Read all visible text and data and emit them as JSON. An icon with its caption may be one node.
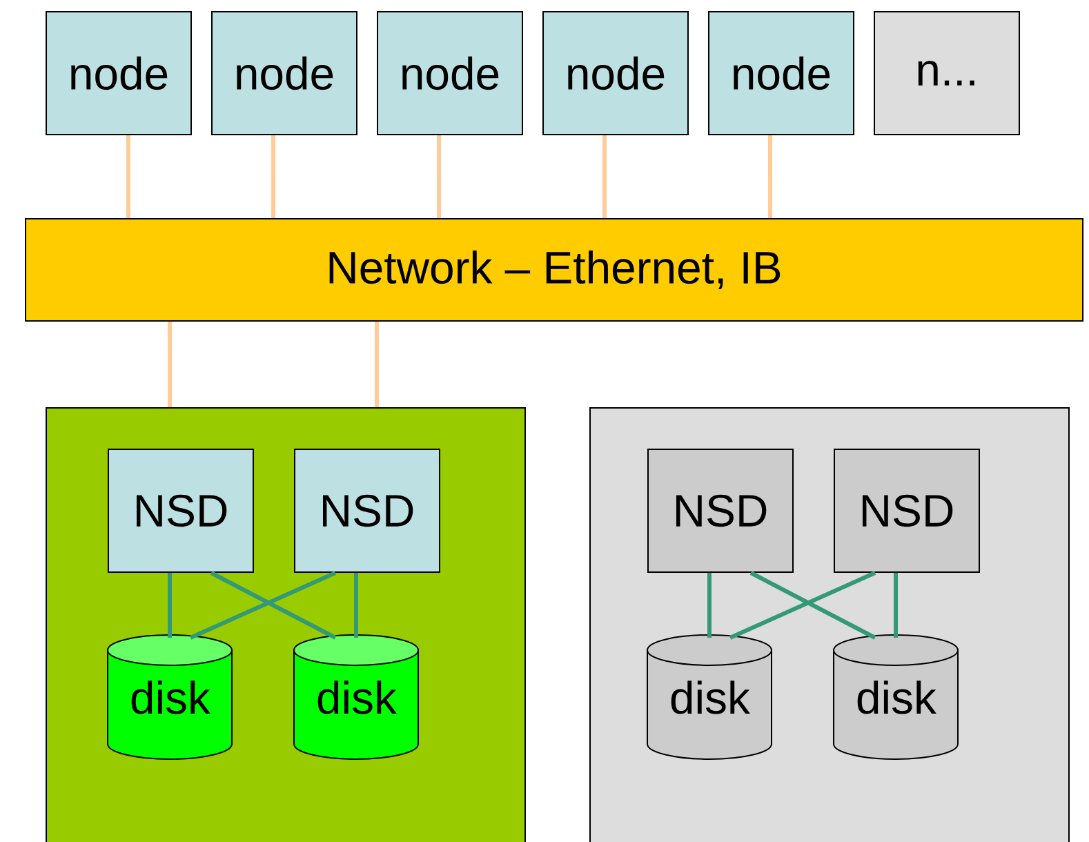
{
  "diagram": {
    "nodes": [
      {
        "text": [
          "node"
        ]
      },
      {
        "text": [
          "node"
        ]
      },
      {
        "text": [
          "node"
        ]
      },
      {
        "text": [
          "node"
        ]
      },
      {
        "text": [
          "node"
        ]
      },
      {
        "text": [
          "n..."
        ]
      },
      {
        "text": [
          "Network – Ethernet, IB"
        ]
      },
      {
        "text": [],
        "shape": "box"
      },
      {
        "text": [
          "NSD"
        ],
        "in": 7
      },
      {
        "text": [
          "NSD"
        ],
        "in": 7
      },
      {
        "text": [
          "disk"
        ],
        "in": 7
      },
      {
        "text": [
          "disk"
        ],
        "in": 7
      },
      {
        "text": [],
        "shape": "box"
      },
      {
        "text": [
          "NSD"
        ],
        "in": 12
      },
      {
        "text": [
          "NSD"
        ],
        "in": 12
      },
      {
        "text": [
          "disk"
        ],
        "in": 12
      },
      {
        "text": [
          "disk"
        ],
        "in": 12
      }
    ],
    "edges": [
      {
        "from": 0,
        "to": 6,
        "arrow": "none",
        "color": "#ffcc99"
      },
      {
        "from": 1,
        "to": 6,
        "arrow": "none",
        "color": "#ffcc99"
      },
      {
        "from": 2,
        "to": 6,
        "arrow": "none",
        "color": "#ffcc99"
      },
      {
        "from": 3,
        "to": 6,
        "arrow": "none",
        "color": "#ffcc99"
      },
      {
        "from": 4,
        "to": 6,
        "arrow": "none",
        "color": "#ffcc99"
      },
      {
        "from": 6,
        "to": 7,
        "arrow": "none",
        "color": "#ffcc99"
      },
      {
        "from": 6,
        "to": 7,
        "arrow": "none",
        "color": "#ffcc99"
      },
      {
        "from": 8,
        "to": 10,
        "arrow": "none"
      },
      {
        "from": 8,
        "to": 11,
        "arrow": "none"
      },
      {
        "from": 9,
        "to": 10,
        "arrow": "none"
      },
      {
        "from": 9,
        "to": 11,
        "arrow": "none"
      },
      {
        "from": 13,
        "to": 15,
        "arrow": "none"
      },
      {
        "from": 13,
        "to": 16,
        "arrow": "none"
      },
      {
        "from": 14,
        "to": 15,
        "arrow": "none"
      },
      {
        "from": 14,
        "to": 16,
        "arrow": "none"
      }
    ]
  }
}
